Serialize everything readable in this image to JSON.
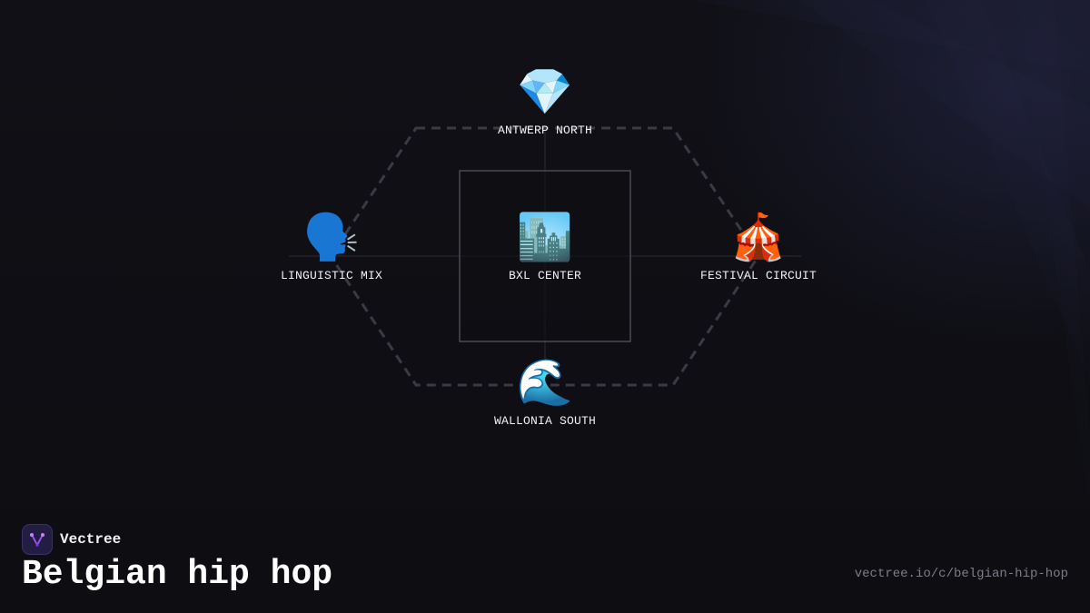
{
  "diagram": {
    "nodes": [
      {
        "id": "north",
        "label": "ANTWERP NORTH",
        "icon": "gem-icon",
        "glyph": "💎"
      },
      {
        "id": "west",
        "label": "LINGUISTIC MIX",
        "icon": "speaking-head-icon",
        "glyph": "🗣️"
      },
      {
        "id": "center",
        "label": "BXL CENTER",
        "icon": "cityscape-icon",
        "glyph": "🏙️"
      },
      {
        "id": "east",
        "label": "FESTIVAL CIRCUIT",
        "icon": "circus-tent-icon",
        "glyph": "🎪"
      },
      {
        "id": "south",
        "label": "WALLONIA SOUTH",
        "icon": "wave-icon",
        "glyph": "🌊"
      }
    ]
  },
  "brand": {
    "name": "Vectree",
    "logo_icon": "vectree-logo-icon",
    "logo_color": "#a855f7"
  },
  "page": {
    "title": "Belgian hip hop",
    "url": "vectree.io/c/belgian-hip-hop"
  },
  "colors": {
    "background": "#0f0f14",
    "hexagon_stroke": "#3a3a42",
    "box_stroke": "#4a4a52"
  }
}
